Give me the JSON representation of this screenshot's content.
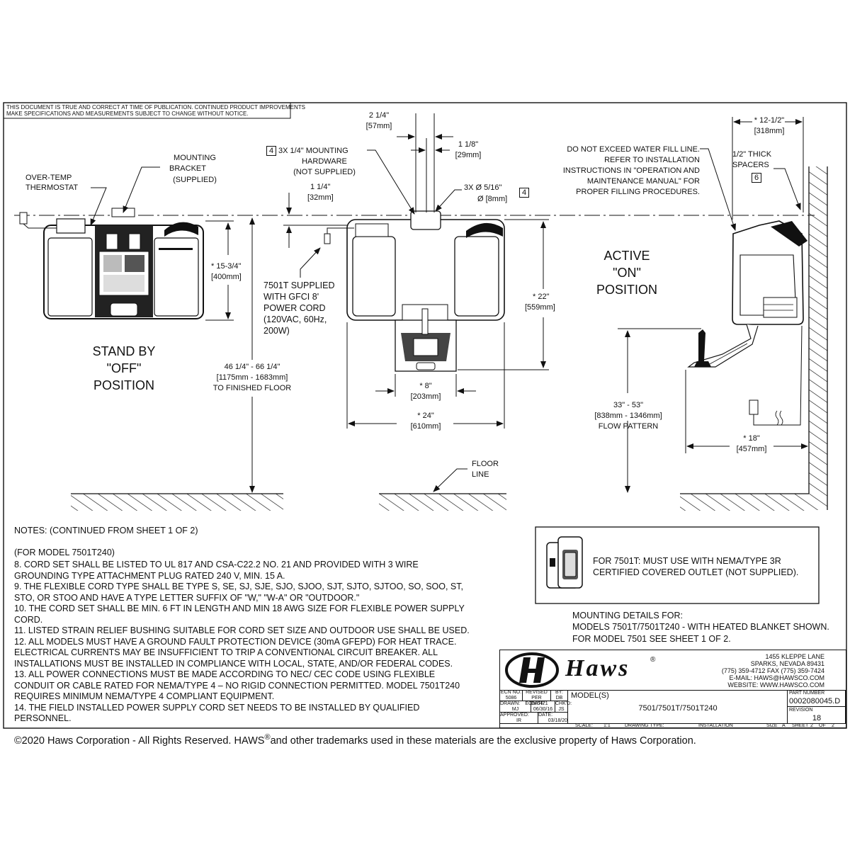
{
  "disclaimer": [
    "THIS DOCUMENT IS TRUE AND CORRECT AT TIME OF PUBLICATION. CONTINUED PRODUCT IMPROVEMENTS",
    "MAKE SPECIFICATIONS AND MEASUREMENTS SUBJECT TO CHANGE WITHOUT NOTICE."
  ],
  "callouts": {
    "thermostat": [
      "OVER-TEMP",
      "THERMOSTAT"
    ],
    "bracket": [
      "MOUNTING",
      "BRACKET",
      "(SUPPLIED)"
    ],
    "hardware": [
      "3X 1/4\" MOUNTING",
      "HARDWARE",
      "(NOT SUPPLIED)"
    ],
    "hardware_tag": "4",
    "holes": [
      "3X Ø 5/16\"",
      "Ø [8mm]"
    ],
    "holes_tag": "4",
    "fill_line": [
      "DO NOT EXCEED WATER FILL LINE.",
      "REFER TO INSTALLATION",
      "INSTRUCTIONS IN \"OPERATION AND",
      "MAINTENANCE MANUAL\" FOR",
      "PROPER FILLING PROCEDURES."
    ],
    "spacers": [
      "1/2\" THICK",
      "SPACERS"
    ],
    "spacers_tag": "6",
    "cord": [
      "7501T SUPPLIED",
      "WITH GFCI 8'",
      "POWER CORD",
      "(120VAC,  60Hz,",
      "200W)"
    ],
    "floor_line": [
      "FLOOR",
      "LINE"
    ]
  },
  "dims": {
    "d_2_25": [
      "2 1/4\"",
      "[57mm]"
    ],
    "d_1_125": [
      "1 1/8\"",
      "[29mm]"
    ],
    "d_1_25": [
      "1 1/4\"",
      "[32mm]"
    ],
    "d_15_75": [
      "* 15-3/4\"",
      "[400mm]"
    ],
    "d_22": [
      "* 22\"",
      "[559mm]"
    ],
    "d_8": [
      "* 8\"",
      "[203mm]"
    ],
    "d_24": [
      "* 24\"",
      "[610mm]"
    ],
    "d_46": [
      "46 1/4\" - 66 1/4\"",
      "[1175mm - 1683mm]",
      "TO FINISHED FLOOR"
    ],
    "d_12_5": [
      "* 12-1/2\"",
      "[318mm]"
    ],
    "d_33": [
      "33\" - 53\"",
      "[838mm - 1346mm]",
      "FLOW PATTERN"
    ],
    "d_18": [
      "* 18\"",
      "[457mm]"
    ]
  },
  "positions": {
    "standby": [
      "STAND BY",
      "\"OFF\"",
      "POSITION"
    ],
    "active": [
      "ACTIVE",
      "\"ON\"",
      "POSITION"
    ]
  },
  "notes": {
    "heading": "NOTES: (CONTINUED FROM SHEET 1 OF 2)",
    "model": "(FOR MODEL 7501T240)",
    "lines": [
      "8.  CORD SET SHALL BE LISTED TO UL 817 AND CSA-C22.2 NO. 21 AND PROVIDED WITH 3 WIRE",
      "     GROUNDING TYPE ATTACHMENT PLUG RATED 240 V, MIN. 15 A.",
      "9.  THE FLEXIBLE CORD TYPE SHALL BE TYPE S, SE, SJ, SJE, SJO, SJOO, SJT, SJTO, SJTOO, SO, SOO, ST,",
      "     STO, OR STOO AND HAVE A TYPE LETTER SUFFIX OF \"W,\" \"W-A\" OR \"OUTDOOR.\"",
      "10. THE CORD SET SHALL BE MIN. 6 FT IN LENGTH AND MIN 18 AWG SIZE FOR FLEXIBLE POWER SUPPLY",
      "      CORD.",
      "11. LISTED STRAIN RELIEF BUSHING SUITABLE FOR CORD SET SIZE AND OUTDOOR USE SHALL BE USED.",
      "12. ALL MODELS MUST HAVE A GROUND FAULT PROTECTION DEVICE (30mA GFEPD) FOR HEAT TRACE.",
      "      ELECTRICAL CURRENTS MAY BE INSUFFICIENT TO TRIP A CONVENTIONAL CIRCUIT BREAKER. ALL",
      "      INSTALLATIONS MUST BE INSTALLED IN COMPLIANCE WITH LOCAL, STATE, AND/OR FEDERAL CODES.",
      "13. ALL POWER CONNECTIONS MUST BE MADE ACCORDING TO NEC/ CEC CODE USING FLEXIBLE",
      "      CONDUIT OR CABLE RATED FOR NEMA/TYPE 4 – NO RIGID CONNECTION PERMITTED. MODEL 7501T240",
      "      REQUIRES MINIMUM NEMA/TYPE 4 COMPLIANT EQUIPMENT.",
      "14. THE FIELD INSTALLED POWER SUPPLY CORD SET NEEDS TO BE INSTALLED BY QUALIFIED",
      "      PERSONNEL."
    ]
  },
  "outlet_note": [
    "FOR 7501T: MUST USE WITH NEMA/TYPE 3R",
    "CERTIFIED COVERED OUTLET (NOT SUPPLIED)."
  ],
  "mounting_details": [
    "MOUNTING DETAILS FOR:",
    "MODELS 7501T/7501T240 - WITH HEATED BLANKET SHOWN.",
    "FOR MODEL 7501 SEE SHEET 1 OF 2."
  ],
  "title_block": {
    "brand": "Haws",
    "reg": "®",
    "address": [
      "1455 KLEPPE LANE",
      "SPARKS, NEVADA  89431",
      "(775) 359-4712  FAX (775) 359-7424",
      "E-MAIL:  HAWS@HAWSCO.COM",
      "WEBSITE: WWW.HAWSCO.COM"
    ],
    "ecn_no_label": "ECN NO.",
    "ecn_no": "5086",
    "revised_label": "REVISED PER",
    "revised": "ECN:5471",
    "by_label": "BY:",
    "by": "DB",
    "drawn_label": "DRAWN:",
    "drawn": "MJ",
    "date1_label": "DATE:",
    "date1": "06/30/16",
    "chkd_label": "CHK'D:",
    "chkd": "JS",
    "approved_label": "APPROVED:",
    "approved": "IR",
    "date2_label": "DATE:",
    "date2": "03/18/20",
    "models_label": "MODEL(S)",
    "models": "7501/7501T/7501T240",
    "part_label": "PART NUMBER",
    "part": "0002080045.D",
    "revision_label": "REVISION",
    "revision": "18",
    "scale_label": "SCALE:",
    "scale": "1:1",
    "type_label": "DRAWING TYPE:",
    "type": "INSTALLATION",
    "size_label": "SIZE",
    "size": "A",
    "sheet_label": "SHEET",
    "sheet": "2",
    "of_label": "OF",
    "of": "2"
  },
  "copyright_a": "©2020 Haws Corporation - All Rights Reserved.  HAWS",
  "copyright_reg": "®",
  "copyright_b": "and other trademarks used in these materials are the exclusive property of Haws Corporation."
}
